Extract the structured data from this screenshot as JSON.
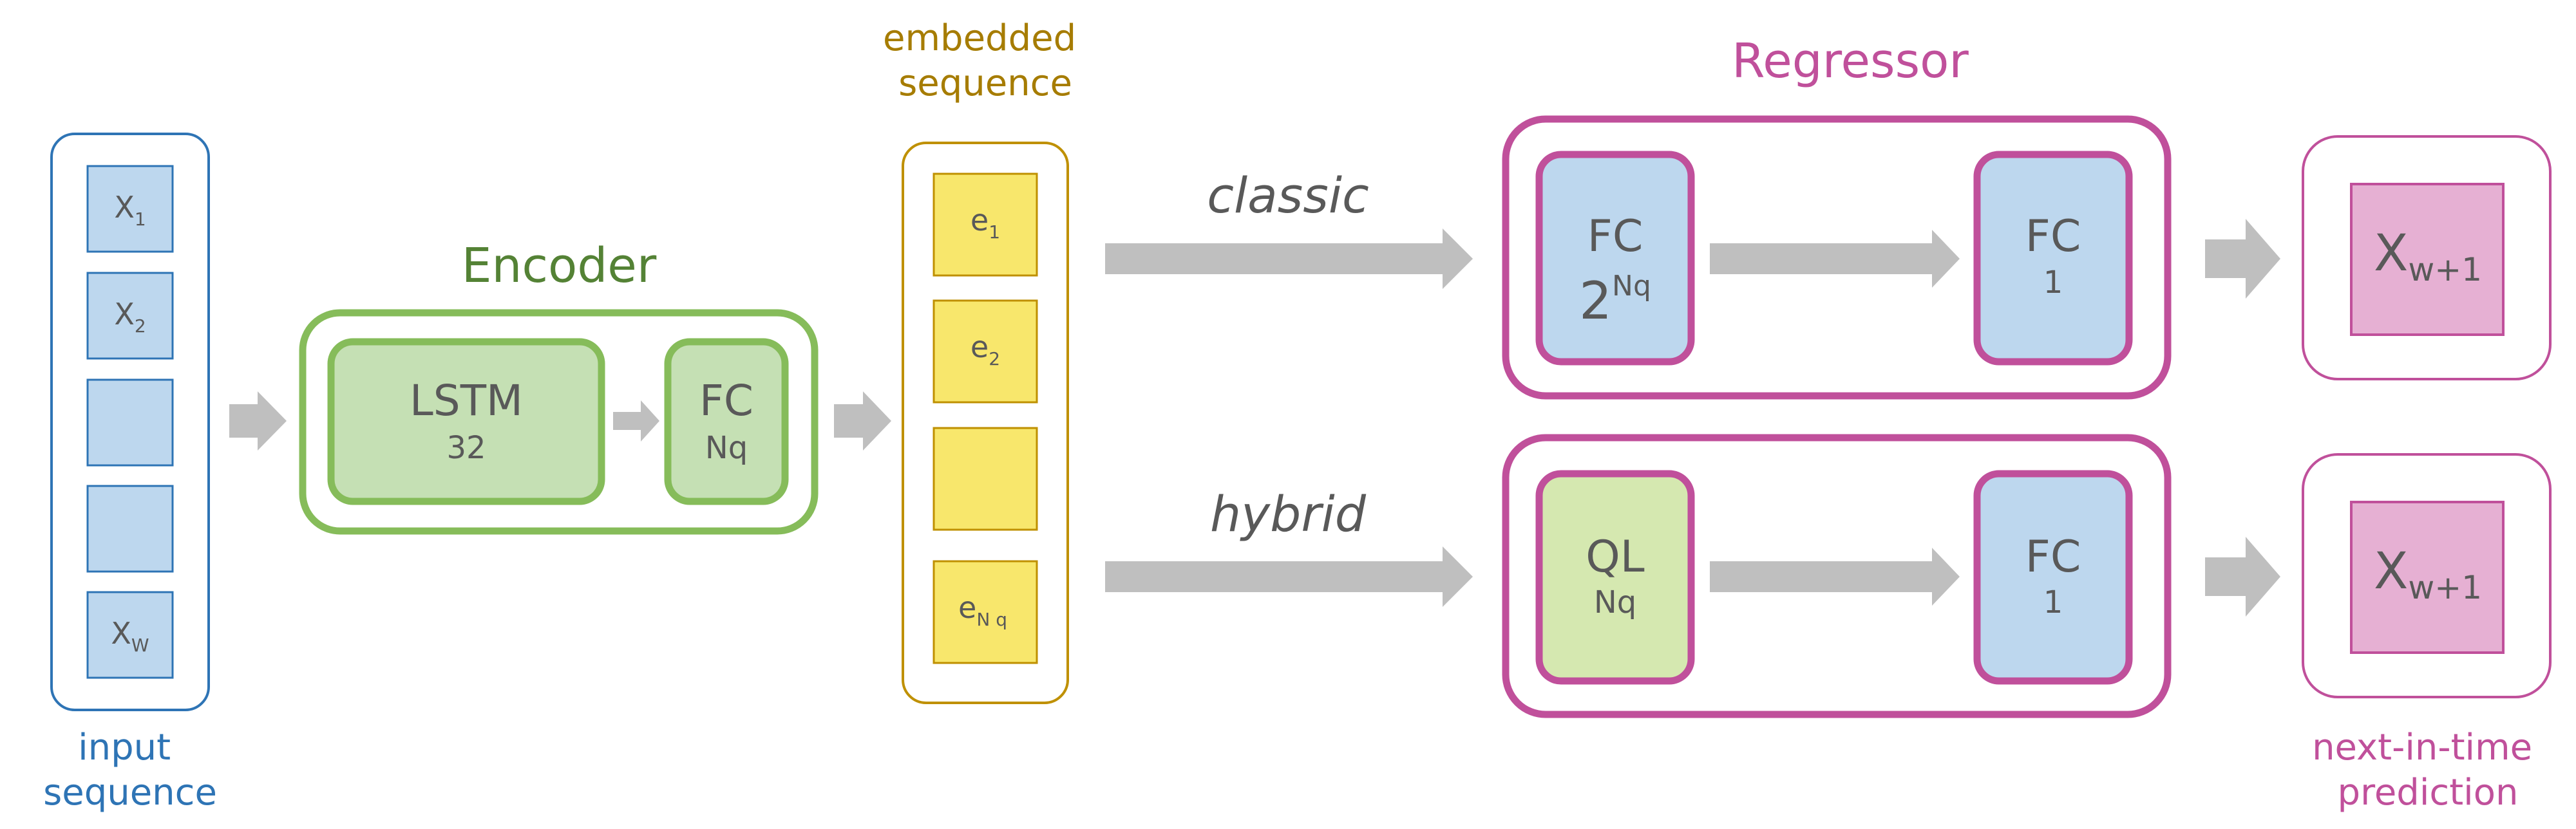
{
  "labels": {
    "input_sequence": [
      "input",
      "sequence"
    ],
    "embedded_sequence": [
      "embedded",
      "sequence"
    ],
    "encoder": "Encoder",
    "regressor": "Regressor",
    "next_in_time_prediction": [
      "next-in-time",
      "prediction"
    ]
  },
  "input": {
    "x1": {
      "base": "X",
      "sub": "1"
    },
    "x2": {
      "base": "X",
      "sub": "2"
    },
    "xw": {
      "base": "X",
      "sub": "W"
    }
  },
  "encoder": {
    "lstm": {
      "name": "LSTM",
      "size": "32"
    },
    "fc": {
      "name": "FC",
      "size": "Nq"
    }
  },
  "embedded": {
    "e1": {
      "base": "e",
      "sub": "1"
    },
    "e2": {
      "base": "e",
      "sub": "2"
    },
    "eNq": {
      "base": "e",
      "sub": "N q"
    }
  },
  "branches": {
    "classic": {
      "label": "classic",
      "layer1": {
        "name": "FC",
        "size_base": "2",
        "size_sup": "Nq"
      },
      "layer2": {
        "name": "FC",
        "size": "1"
      },
      "output": {
        "base": "X",
        "sub": "w+1"
      }
    },
    "hybrid": {
      "label": "hybrid",
      "layer1": {
        "name": "QL",
        "size": "Nq"
      },
      "layer2": {
        "name": "FC",
        "size": "1"
      },
      "output": {
        "base": "X",
        "sub": "w+1"
      }
    }
  },
  "colors": {
    "input_blue": "#2e74b5",
    "cell_blue_fill": "#bdd7ee",
    "encoder_green": "#86bc5a",
    "encoder_title": "#548235",
    "lstm_fill": "#c5e0b4",
    "ql_fill": "#d5e8b0",
    "embed_gold": "#a67c00",
    "embed_border": "#bf9000",
    "embed_fill": "#f8e76c",
    "regressor_magenta": "#c0509b",
    "output_fill": "#e6b0d3",
    "arrow_gray": "#bfbfbf",
    "text_gray": "#595959"
  }
}
